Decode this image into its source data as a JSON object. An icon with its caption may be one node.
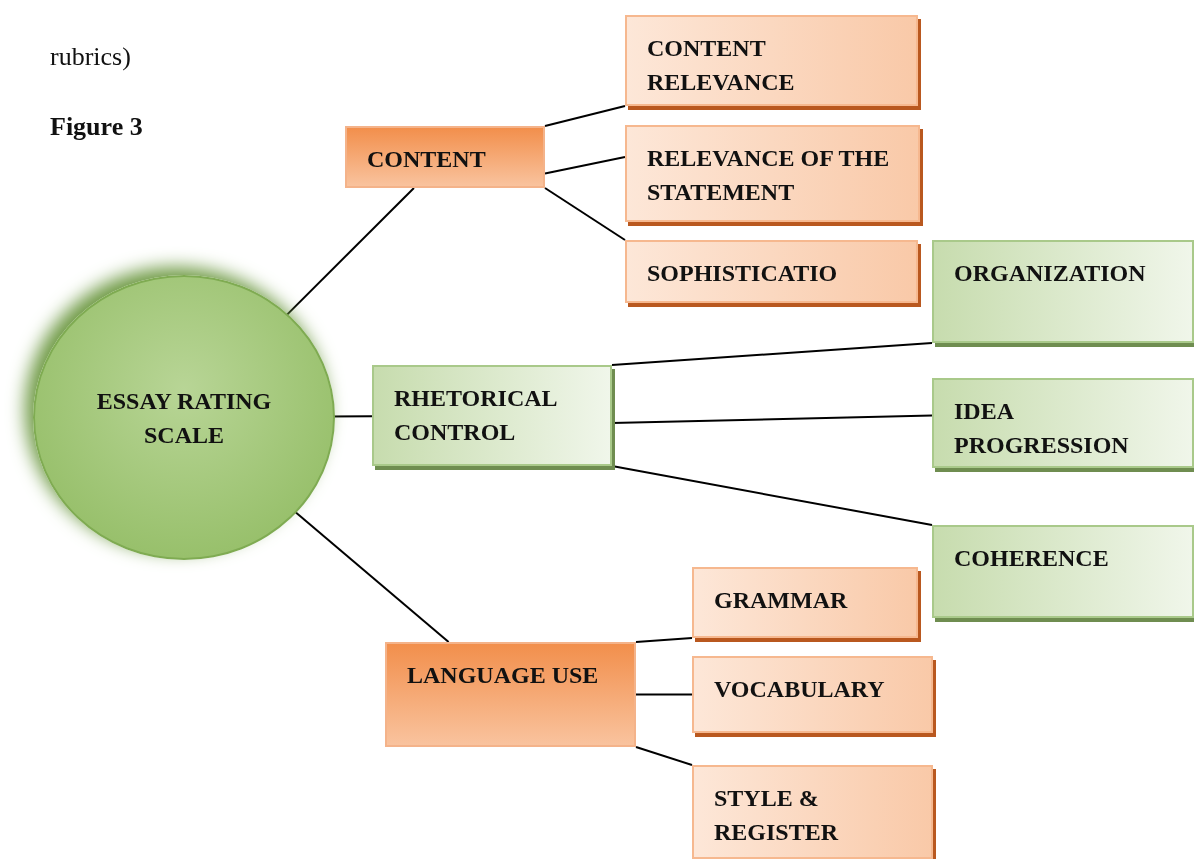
{
  "diagram": {
    "nodes": [
      {
        "text": [
          "ESSAY RATING SCALE"
        ]
      },
      {
        "text": [
          "CONTENT"
        ]
      },
      {
        "text": [
          "CONTENT RELEVANCE"
        ]
      },
      {
        "text": [
          "RELEVANCE OF THE STATEMENT"
        ]
      },
      {
        "text": [
          "SOPHISTICATIO"
        ]
      },
      {
        "text": [
          "RHETORICAL CONTROL"
        ]
      },
      {
        "text": [
          "ORGANIZATION"
        ]
      },
      {
        "text": [
          "IDEA PROGRESSION"
        ]
      },
      {
        "text": [
          "COHERENCE"
        ]
      },
      {
        "text": [
          "LANGUAGE USE"
        ]
      },
      {
        "text": [
          "GRAMMAR"
        ]
      },
      {
        "text": [
          "VOCABULARY"
        ]
      },
      {
        "text": [
          "STYLE & REGISTER"
        ]
      }
    ],
    "edges": [
      {
        "from": 0,
        "to": 1,
        "arrow": "none"
      },
      {
        "from": 0,
        "to": 5,
        "arrow": "none"
      },
      {
        "from": 0,
        "to": 9,
        "arrow": "none"
      },
      {
        "from": 1,
        "to": 2,
        "arrow": "none"
      },
      {
        "from": 1,
        "to": 3,
        "arrow": "none"
      },
      {
        "from": 1,
        "to": 4,
        "arrow": "none"
      },
      {
        "from": 5,
        "to": 6,
        "arrow": "none"
      },
      {
        "from": 5,
        "to": 7,
        "arrow": "none"
      },
      {
        "from": 5,
        "to": 8,
        "arrow": "none"
      },
      {
        "from": 9,
        "to": 10,
        "arrow": "none"
      },
      {
        "from": 9,
        "to": 11,
        "arrow": "none"
      },
      {
        "from": 9,
        "to": 12,
        "arrow": "none"
      }
    ],
    "labels": [
      "rubrics)",
      "Figure 3"
    ]
  }
}
